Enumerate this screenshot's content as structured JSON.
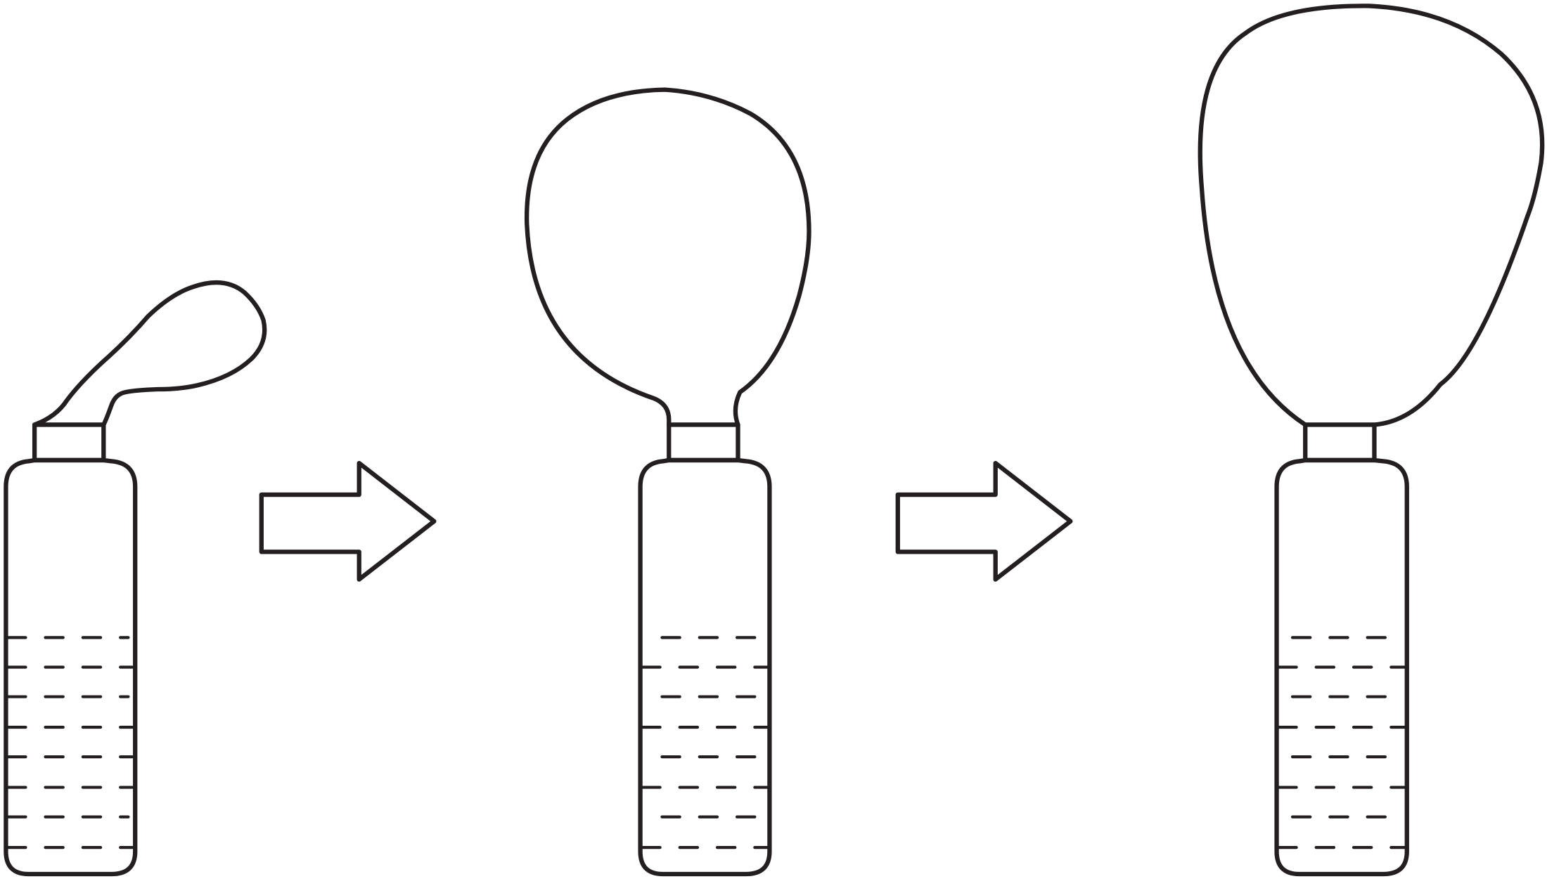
{
  "diagram": {
    "description_text": "",
    "colors": {
      "line": "#231f20",
      "background": "#ffffff"
    },
    "stages": [
      {
        "id": "stage-1",
        "balloon_state": "deflated",
        "liquid": "dashed-lines"
      },
      {
        "id": "stage-2",
        "balloon_state": "partially-inflated",
        "liquid": "dashed-lines"
      },
      {
        "id": "stage-3",
        "balloon_state": "fully-inflated",
        "liquid": "dashed-lines"
      }
    ],
    "arrows": [
      {
        "id": "arrow-1",
        "direction": "right"
      },
      {
        "id": "arrow-2",
        "direction": "right"
      }
    ]
  }
}
